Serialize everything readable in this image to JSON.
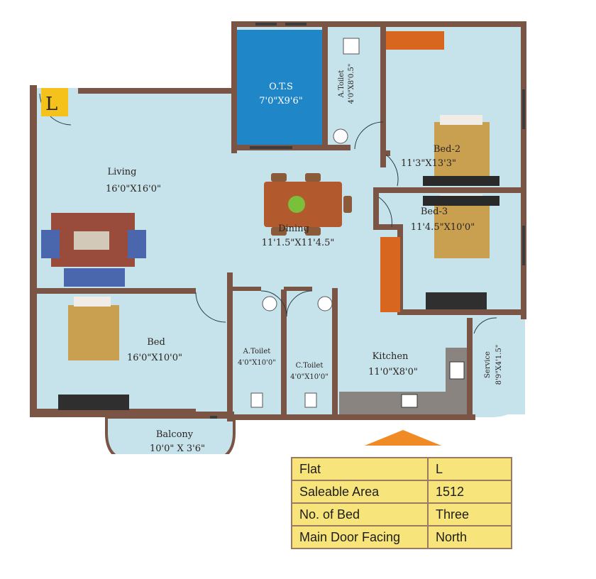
{
  "flat_badge": "L",
  "rooms": {
    "ots": {
      "name": "O.T.S",
      "size": "7'0\"X9'6\""
    },
    "atoilet_top": {
      "name": "A.Toilet",
      "size": "4'0\"X8'0.5\""
    },
    "living": {
      "name": "Living",
      "size": "16'0\"X16'0\""
    },
    "dining": {
      "name": "Dining",
      "size": "11'1.5\"X11'4.5\""
    },
    "bed2": {
      "name": "Bed-2",
      "size": "11'3\"X13'3\""
    },
    "bed3": {
      "name": "Bed-3",
      "size": "11'4.5\"X10'0\""
    },
    "bed": {
      "name": "Bed",
      "size": "16'0\"X10'0\""
    },
    "atoilet_mid": {
      "name": "A.Toilet",
      "size": "4'0\"X10'0\""
    },
    "ctoilet": {
      "name": "C.Toilet",
      "size": "4'0\"X10'0\""
    },
    "kitchen": {
      "name": "Kitchen",
      "size": "11'0\"X8'0\""
    },
    "service": {
      "name": "Service",
      "size": "8'9\"X4'1.5\""
    },
    "balcony": {
      "name": "Balcony",
      "size": "10'0\" X 3'6\""
    }
  },
  "info_table": [
    {
      "label": "Flat",
      "value": "L"
    },
    {
      "label": "Saleable Area",
      "value": "1512"
    },
    {
      "label": "No. of Bed",
      "value": "Three"
    },
    {
      "label": "Main Door Facing",
      "value": "North"
    }
  ],
  "colors": {
    "floor": "#c6e3ec",
    "wall": "#7a5546",
    "ots": "#1f86c8",
    "badge": "#f4c21b",
    "facing_arrow": "#f08a24",
    "table_fill": "#f7e47a"
  }
}
